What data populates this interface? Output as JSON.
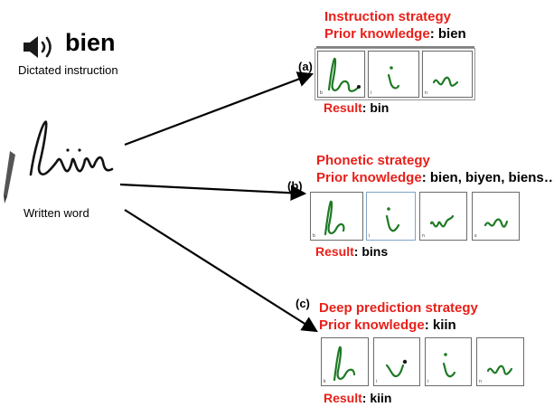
{
  "dictated": {
    "word": "bien",
    "caption": "Dictated instruction",
    "icon": "speaker-icon"
  },
  "written": {
    "caption": "Written word",
    "icon": "pen-icon"
  },
  "colors": {
    "strategy": "#e8201a",
    "ink": "#1f7a24"
  },
  "strategies": [
    {
      "marker": "(a)",
      "name": "Instruction strategy",
      "prior_label": "Prior knowledge",
      "prior_value": ": bien",
      "result_label": "Result",
      "result_value": ": bin",
      "letters": [
        "b",
        "i",
        "n"
      ]
    },
    {
      "marker": "(b)",
      "name": "Phonetic strategy",
      "prior_label": "Prior knowledge",
      "prior_value": ": bien, biyen, biens…",
      "result_label": "Result",
      "result_value": ": bins",
      "letters": [
        "b",
        "i",
        "n",
        "s"
      ]
    },
    {
      "marker": "(c)",
      "name": "Deep prediction strategy",
      "prior_label": "Prior knowledge",
      "prior_value": ": kiin",
      "result_label": "Result",
      "result_value": ": kiin",
      "letters": [
        "k",
        "i",
        "i",
        "n"
      ]
    }
  ]
}
